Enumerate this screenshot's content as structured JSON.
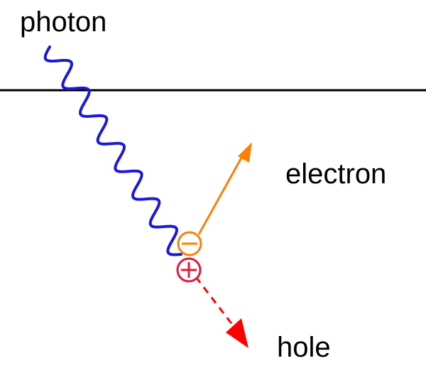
{
  "labels": {
    "photon": "photon",
    "electron": "electron",
    "hole": "hole"
  },
  "colors": {
    "photon_wave": "#1a1ad6",
    "electron": "#ff7f00",
    "hole": "#e8153a",
    "hole_arrow": "#ff0000",
    "surface_line": "#000000"
  },
  "icons": {
    "electron_symbol": "minus-circle-icon",
    "hole_symbol": "plus-circle-icon"
  }
}
